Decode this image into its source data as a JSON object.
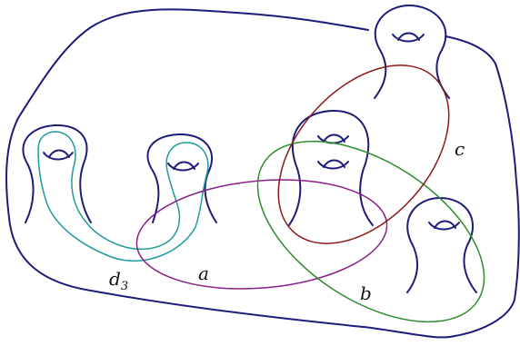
{
  "labels": {
    "a": "a",
    "b": "b",
    "c": "c",
    "d_main": "d",
    "d_sub": "3"
  },
  "colors": {
    "surface": "#1c1c7a",
    "curve_a": "#8b1f8b",
    "curve_b": "#2e8b2e",
    "curve_c": "#8b1a1a",
    "curve_d3": "#1f9a9a"
  },
  "handle_count": 6
}
